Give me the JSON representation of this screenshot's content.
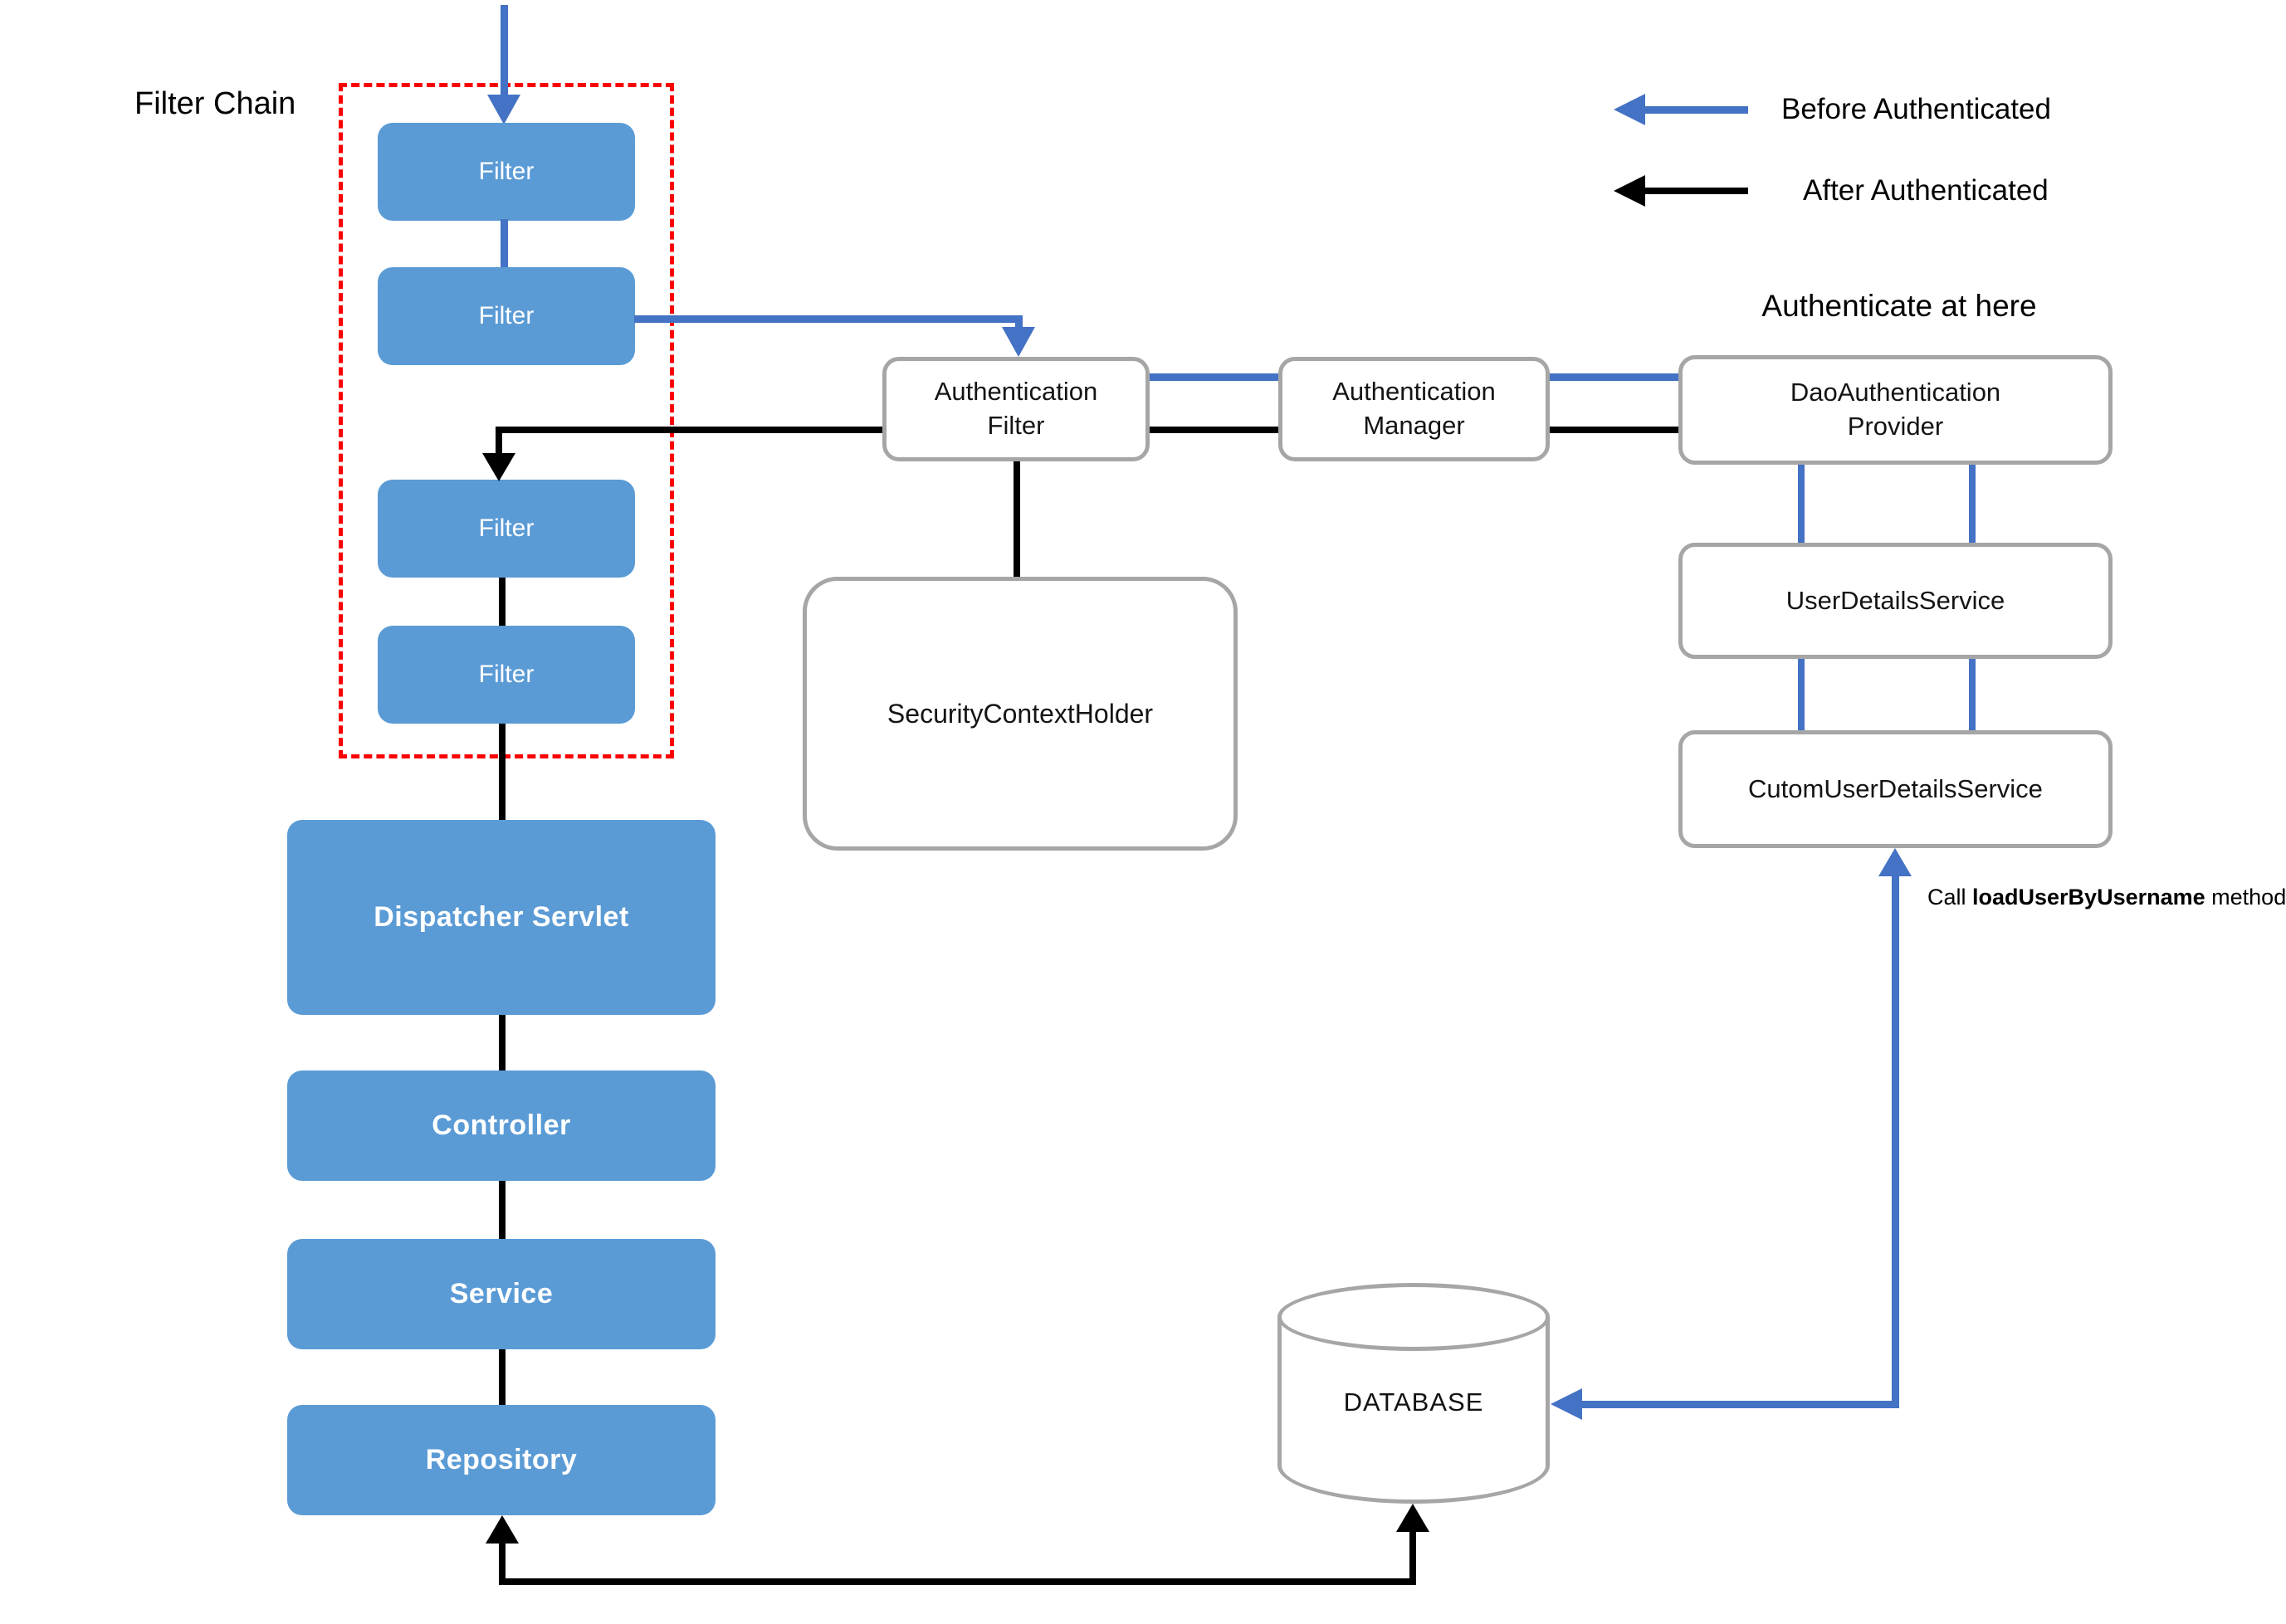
{
  "colors": {
    "box_blue": "#5B9BD5",
    "arrow_blue": "#4472C4",
    "line_black": "#000000",
    "border_gray": "#A6A6A6",
    "dash_red": "#FA0000"
  },
  "labels": {
    "filter_chain": "Filter Chain",
    "authenticate_here": "Authenticate at here"
  },
  "legend": {
    "before": "Before Authenticated",
    "after": "After Authenticated"
  },
  "filter_chain": {
    "filters": [
      "Filter",
      "Filter",
      "Filter",
      "Filter"
    ]
  },
  "mvc": {
    "dispatcher": "Dispatcher Servlet",
    "controller": "Controller",
    "service": "Service",
    "repository": "Repository"
  },
  "auth": {
    "filter": "Authentication Filter",
    "manager": "Authentication Manager",
    "dao_provider": "DaoAuthentication Provider",
    "user_details_service": "UserDetailsService",
    "custom_user_details_service": "CutomUserDetailsService",
    "security_context_holder": "SecurityContextHolder"
  },
  "database": {
    "label": "DATABASE"
  },
  "note": {
    "prefix": "Call ",
    "bold": "loadUserByUsername",
    "suffix": " method"
  }
}
